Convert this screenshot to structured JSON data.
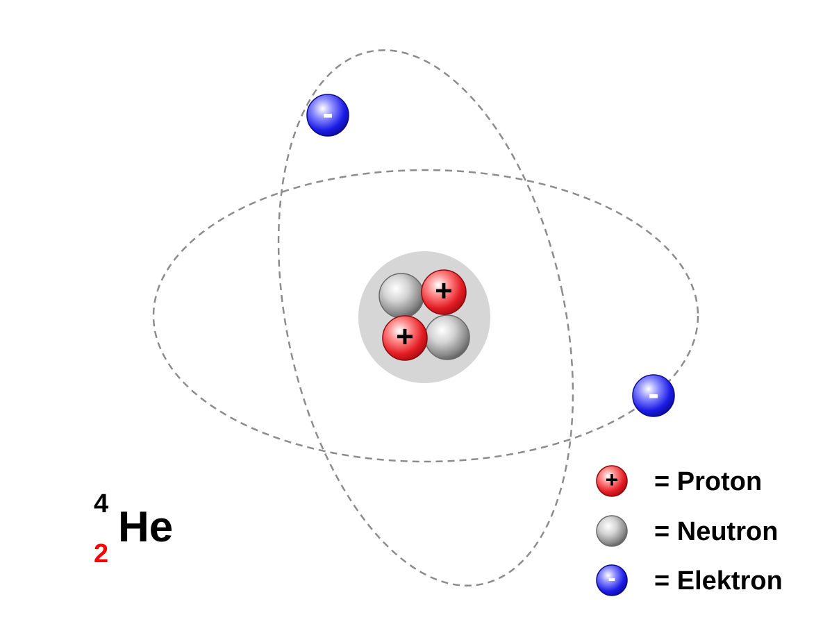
{
  "colors": {
    "proton": "#e31c23",
    "neutron": "#8a8a8a",
    "electron": "#1c1ce6",
    "orbit": "#8c8c8c",
    "nucleus_halo": "#d6d6d6",
    "atomic_number": "#ff0000"
  },
  "isotope": {
    "mass_number": "4",
    "atomic_number": "2",
    "symbol": "He"
  },
  "particles": {
    "proton_sign": "+",
    "electron_sign": "-"
  },
  "legend": {
    "items": [
      {
        "particle": "proton",
        "sign": "+",
        "label": "= Proton"
      },
      {
        "particle": "neutron",
        "sign": "",
        "label": "= Neutron"
      },
      {
        "particle": "electron",
        "sign": "-",
        "label": "= Elektron"
      }
    ]
  }
}
